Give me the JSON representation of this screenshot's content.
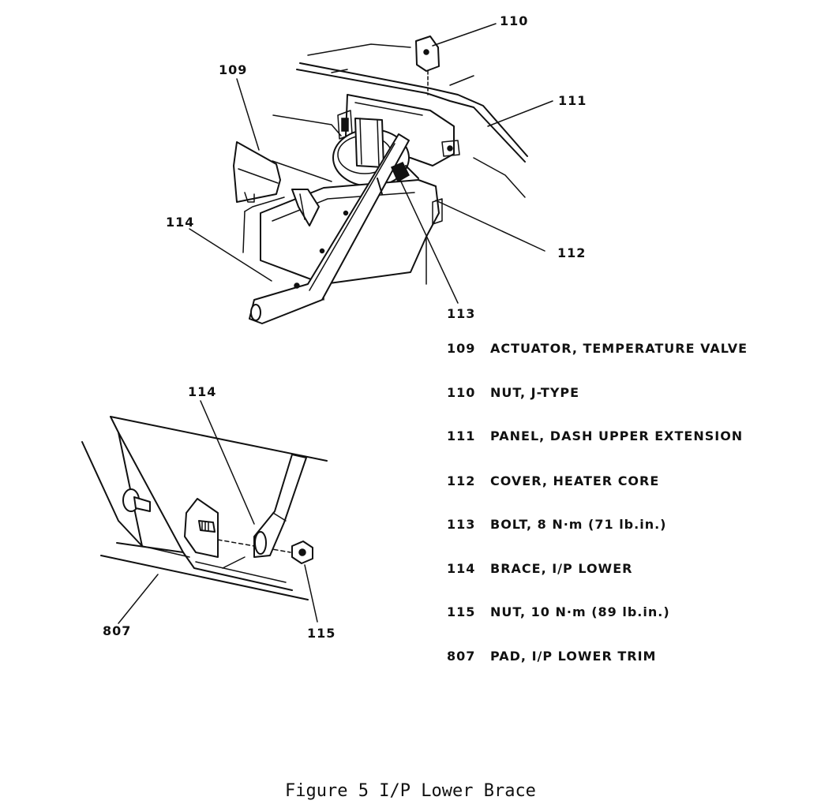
{
  "callouts": {
    "c110": "110",
    "c109": "109",
    "c111": "111",
    "c114a": "114",
    "c112": "112",
    "c113": "113",
    "c114b": "114",
    "c807": "807",
    "c115": "115"
  },
  "legend": [
    {
      "num": "109",
      "desc": "ACTUATOR, TEMPERATURE VALVE"
    },
    {
      "num": "110",
      "desc": "NUT, J-TYPE"
    },
    {
      "num": "111",
      "desc": "PANEL, DASH UPPER EXTENSION"
    },
    {
      "num": "112",
      "desc": "COVER, HEATER CORE"
    },
    {
      "num": "113",
      "desc": "BOLT, 8 N·m (71 lb.in.)"
    },
    {
      "num": "114",
      "desc": "BRACE, I/P LOWER"
    },
    {
      "num": "115",
      "desc": "NUT, 10 N·m (89 lb.in.)"
    },
    {
      "num": "807",
      "desc": "PAD, I/P LOWER TRIM"
    }
  ],
  "caption": "Figure 5 I/P Lower Brace"
}
